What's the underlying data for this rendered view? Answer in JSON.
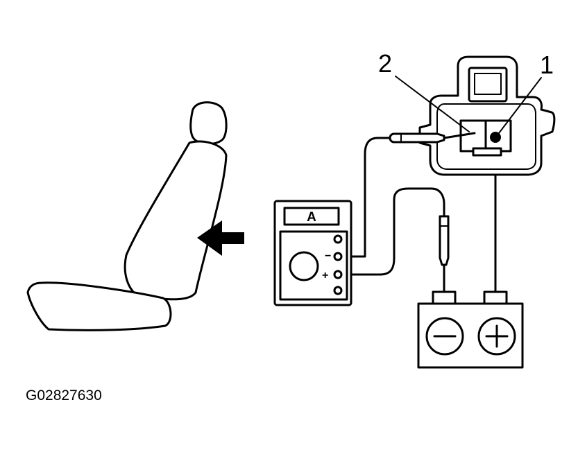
{
  "figure_id": "G02827630",
  "callouts": {
    "one": "1",
    "two": "2"
  },
  "meter": {
    "display": "A",
    "minus_sign": "−",
    "plus_sign": "+"
  },
  "battery": {
    "negative_symbol": "minus",
    "positive_symbol": "plus"
  },
  "icons": [
    "seat-icon",
    "arrow-left-icon",
    "multimeter-icon",
    "connector-icon",
    "battery-icon"
  ]
}
